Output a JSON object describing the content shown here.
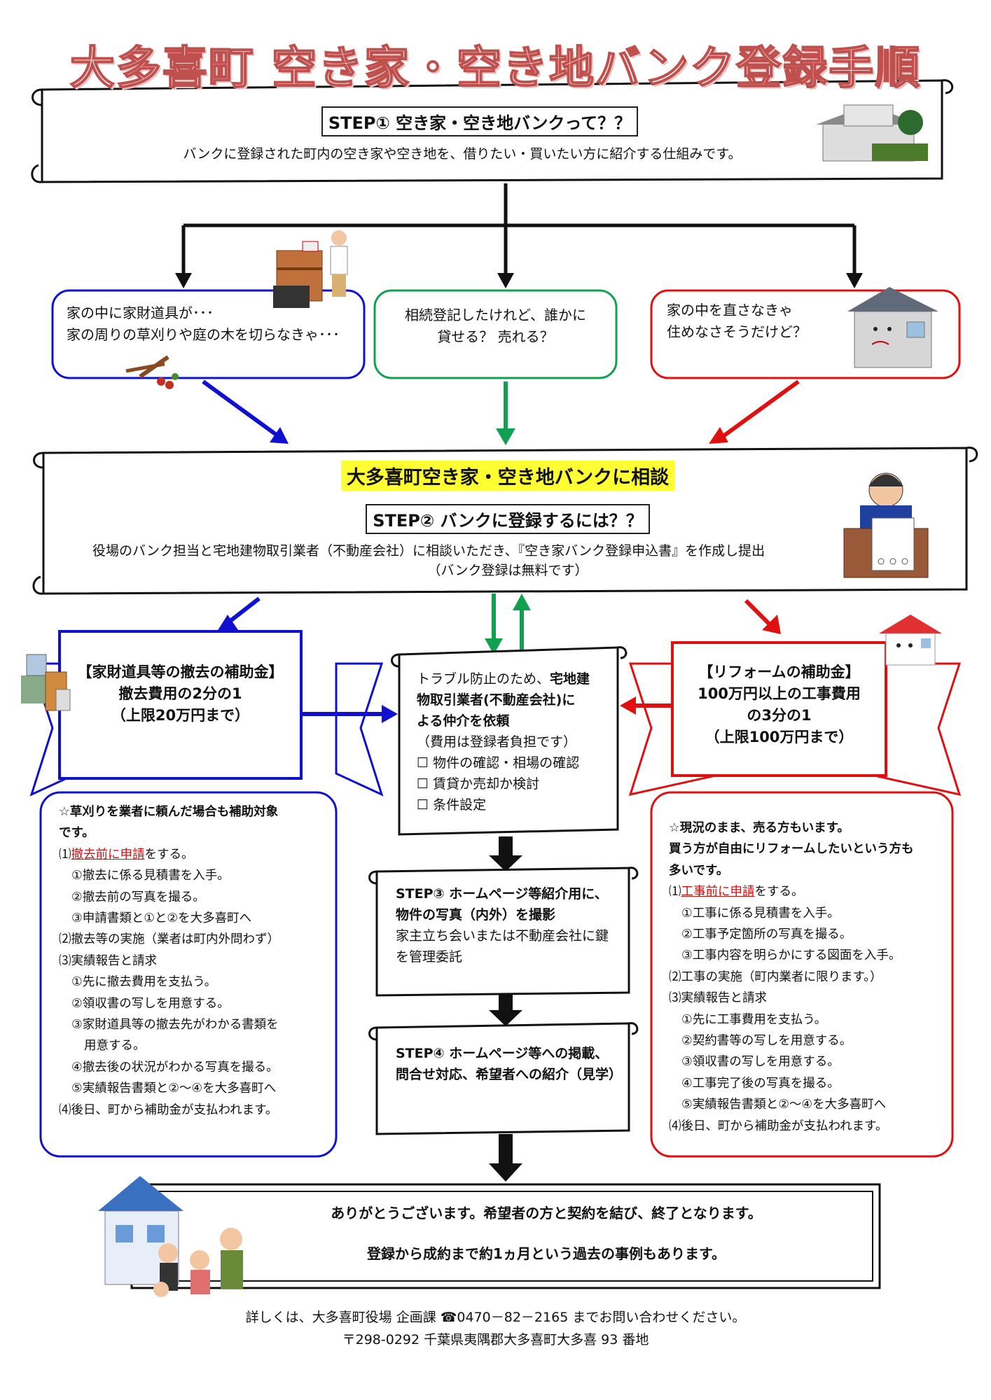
{
  "title": "大多喜町 空き家・空き地バンク登録手順",
  "step1": {
    "label": "STEP① 空き家・空き地バンクって？？",
    "desc": "バンクに登録された町内の空き家や空き地を、借りたい・買いたい方に紹介する仕組みです。"
  },
  "concerns": {
    "left": [
      "家の中に家財道具が･･･",
      "家の周りの草刈りや庭の木を切らなきゃ･･･"
    ],
    "center": [
      "相続登記したけれど、誰かに",
      "貸せる？ 売れる？"
    ],
    "right": [
      "家の中を直さなきゃ",
      "住めなさそうだけど？"
    ]
  },
  "consult": {
    "headline": "大多喜町空き家・空き地バンクに相談",
    "label": "STEP② バンクに登録するには？？",
    "desc": "役場のバンク担当と宅地建物取引業者（不動産会社）に相談いただき、『空き家バンク登録申込書』を作成し提出",
    "note": "（バンク登録は無料です）"
  },
  "subsidy_left": {
    "title": "【家財道具等の撤去の補助金】",
    "line1": "撤去費用の2分の1",
    "line2": "（上限20万円まで）"
  },
  "subsidy_right": {
    "title": "【リフォームの補助金】",
    "line1": "100万円以上の工事費用",
    "line2": "の3分の1",
    "line3": "（上限100万円まで）"
  },
  "broker": {
    "intro": "トラブル防止のため、",
    "bold1": "宅地建",
    "bold2": "物取引業者(不動産会社)に",
    "bold3": "よる仲介を依頼",
    "fee": "（費用は登録者負担です）",
    "checks": [
      "☐ 物件の確認・相場の確認",
      "☐ 賃貸か売却か検討",
      "☐ 条件設定"
    ]
  },
  "left_details": {
    "lead": [
      "☆草刈りを業者に頼んだ場合も補助対象",
      "です。"
    ],
    "p1_pre": "⑴",
    "p1_red": "撤去前に申請",
    "p1_post": "をする。",
    "items": [
      "①撤去に係る見積書を入手。",
      "②撤去前の写真を撮る。",
      "③申請書類と①と②を大多喜町へ",
      "⑵撤去等の実施（業者は町内外問わず）",
      "⑶実績報告と請求",
      "①先に撤去費用を支払う。",
      "②領収書の写しを用意する。",
      "③家財道具等の撤去先がわかる書類を",
      "用意する。",
      "④撤去後の状況がわかる写真を撮る。",
      "⑤実績報告書類と②～④を大多喜町へ",
      "⑷後日、町から補助金が支払われます。"
    ]
  },
  "right_details": {
    "lead": [
      "☆現況のまま、売る方もいます。",
      "買う方が自由にリフォームしたいという方も",
      "多いです。"
    ],
    "p1_pre": "⑴",
    "p1_red": "工事前に申請",
    "p1_post": "をする。",
    "items": [
      "①工事に係る見積書を入手。",
      "②工事予定箇所の写真を撮る。",
      "③工事内容を明らかにする図面を入手。",
      "⑵工事の実施（町内業者に限ります。）",
      "⑶実績報告と請求",
      "①先に工事費用を支払う。",
      "②契約書等の写しを用意する。",
      "③領収書の写しを用意する。",
      "④工事完了後の写真を撮る。",
      "⑤実績報告書類と②～④を大多喜町へ",
      "⑷後日、町から補助金が支払われます。"
    ]
  },
  "step3": {
    "bold": "STEP③ ホームページ等紹介用に、物件の写真（内外）を撮影",
    "desc": "家主立ち会いまたは不動産会社に鍵を管理委託"
  },
  "step4": {
    "bold": "STEP④ ホームページ等への掲載、問合せ対応、希望者への紹介（見学）"
  },
  "final": {
    "line1": "ありがとうございます。希望者の方と契約を結び、終了となります。",
    "line2": "登録から成約まで約1ヵ月という過去の事例もあります。"
  },
  "footer": {
    "contact": "詳しくは、大多喜町役場 企画課 ☎0470－82－2165 までお問い合わせください。",
    "address": "〒298-0292 千葉県夷隅郡大多喜町大多喜 93 番地"
  },
  "colors": {
    "blue": "#1010d0",
    "green": "#10a050",
    "red": "#e01010",
    "title_stroke": "#c0504d",
    "highlight": "#ffff33"
  }
}
